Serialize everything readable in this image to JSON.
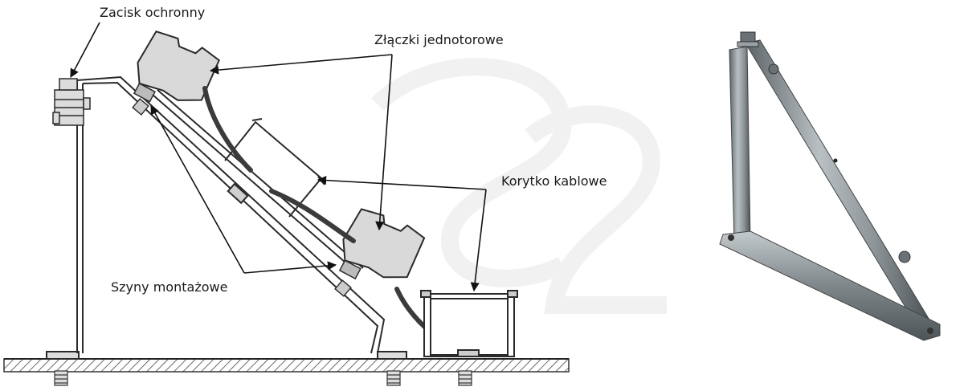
{
  "labels": {
    "protective_terminal": "Zacisk ochronny",
    "single_track_connectors": "Złączki jednotorowe",
    "cable_duct": "Korytko kablowe",
    "mounting_rails": "Szyny montażowe"
  },
  "colors": {
    "line": "#2a2a2a",
    "component_fill": "#d9d9d9",
    "bracket_metal": "#8f979b",
    "bracket_dark": "#4d5559",
    "watermark": "#eeeeee"
  },
  "watermark_text": "S2"
}
